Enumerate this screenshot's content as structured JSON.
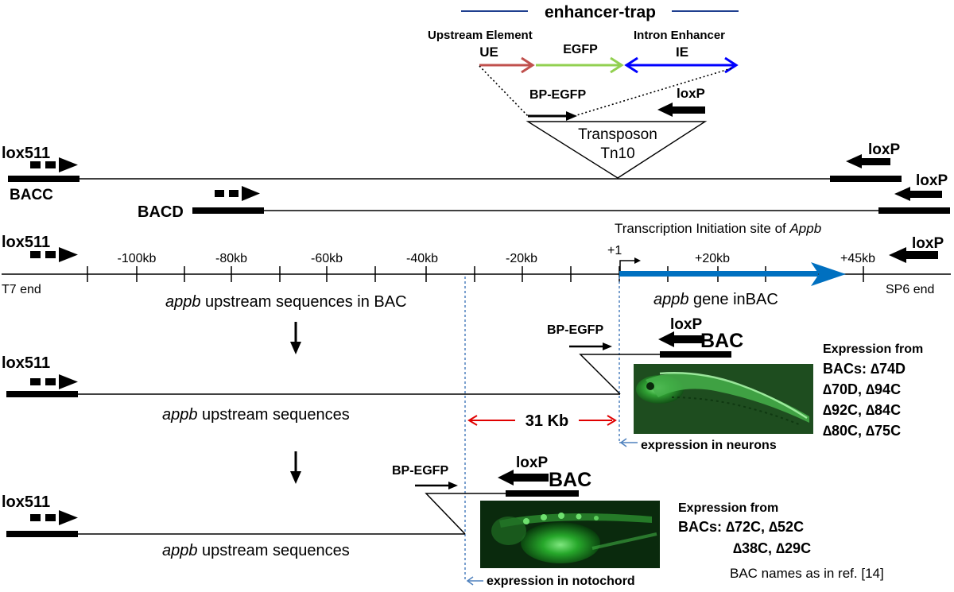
{
  "enhancer_trap": {
    "title": "enhancer-trap",
    "upstream_element_label": "Upstream Element",
    "ue": "UE",
    "egfp": "EGFP",
    "intron_enhancer_label": "Intron Enhancer",
    "ie": "IE",
    "bp_egfp": "BP-EGFP",
    "loxp": "loxP",
    "transposon_line1": "Transposon",
    "transposon_line2": "Tn10"
  },
  "bacs": {
    "lox511": "lox511",
    "bacc": "BACC",
    "bacd": "BACD",
    "loxp": "loxP"
  },
  "map": {
    "lox511": "lox511",
    "loxp": "loxP",
    "t7_end": "T7 end",
    "sp6_end": "SP6 end",
    "ticks": [
      "-100kb",
      "-80kb",
      "-60kb",
      "-40kb",
      "-20kb",
      "+20kb",
      "+45kb"
    ],
    "plus_one": "+1",
    "tis_prefix": "Transcription Initiation site of ",
    "tis_gene": "Appb",
    "upstream_italic": "appb",
    "upstream_rest": " upstream sequences in BAC",
    "gene_italic": "appb",
    "gene_rest": " gene inBAC"
  },
  "deletion1": {
    "lox511": "lox511",
    "bp_egfp": "BP-EGFP",
    "loxp": "loxP",
    "bac": "BAC",
    "upstream_italic": "appb",
    "upstream_rest": " upstream sequences",
    "distance": "31 Kb",
    "expression_caption": "expression in neurons",
    "expr_line1": "Expression from",
    "expr_line2": "BACs: ∆74D",
    "expr_line3": "∆70D, ∆94C",
    "expr_line4": "∆92C, ∆84C",
    "expr_line5": "∆80C, ∆75C"
  },
  "deletion2": {
    "lox511": "lox511",
    "bp_egfp": "BP-EGFP",
    "loxp": "loxP",
    "bac": "BAC",
    "upstream_italic": "appb",
    "upstream_rest": " upstream sequences",
    "expression_caption": "expression in notochord",
    "expr_line1": "Expression from",
    "expr_line2": "BACs: ∆72C, ∆52C",
    "expr_line3": "∆38C, ∆29C",
    "footnote": "BAC  names as in ref. [14]"
  },
  "colors": {
    "ue": "#c0504d",
    "egfp": "#92d050",
    "ie": "#0000ff",
    "gene": "#0070c0",
    "distance": "#e00000",
    "guide": "#4f81bd",
    "fluorescence": "#39c43c"
  }
}
